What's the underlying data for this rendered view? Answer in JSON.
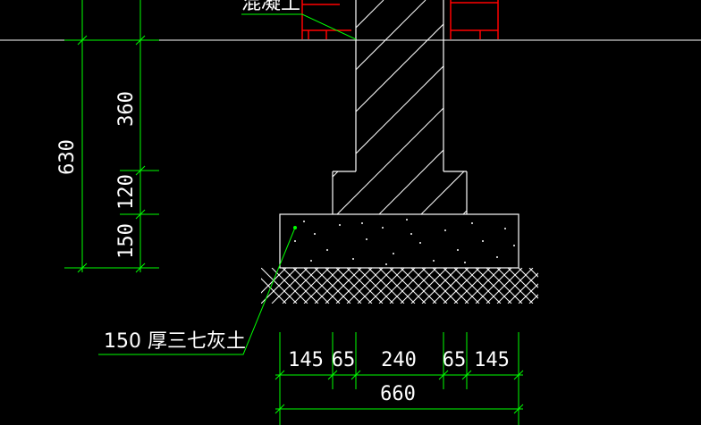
{
  "colors": {
    "background": "#000000",
    "outline": "#ffffff",
    "dimension": "#00ff00",
    "leader": "#00ff00",
    "brick": "#ff0000",
    "text": "#ffffff"
  },
  "vertical_dimensions": {
    "total": "630",
    "segments": [
      "360",
      "120",
      "150"
    ]
  },
  "horizontal_dimensions": {
    "segments": [
      "145",
      "65",
      "240",
      "65",
      "145"
    ],
    "total": "660"
  },
  "annotations": {
    "base_layer": "150  厚三七灰土",
    "top_label": "混凝土"
  }
}
